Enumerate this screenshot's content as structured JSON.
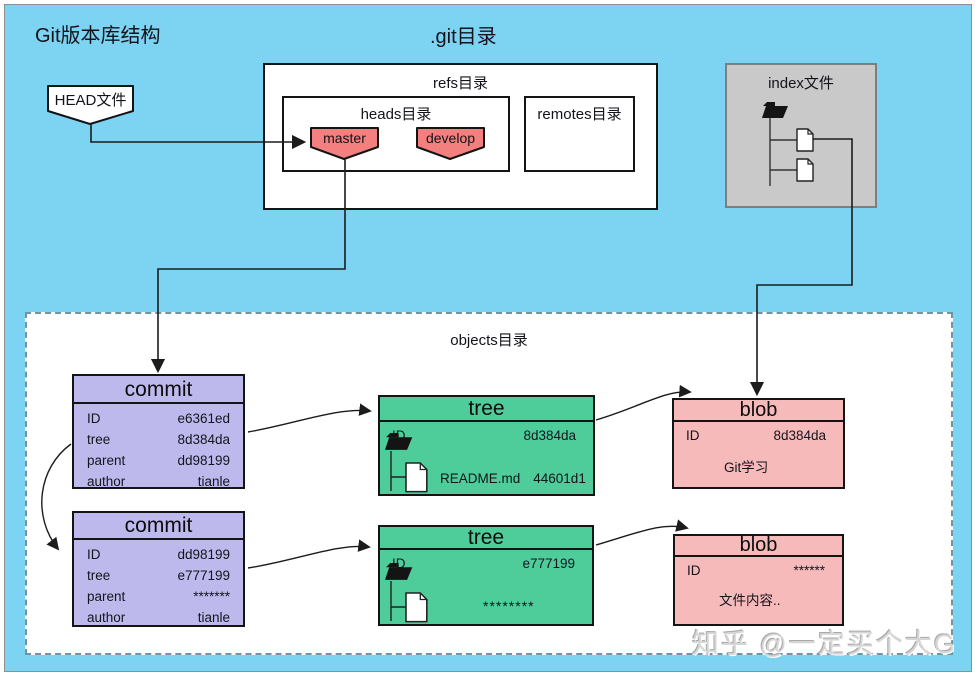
{
  "title": "Git版本库结构",
  "git_dir": ".git目录",
  "head": {
    "label": "HEAD文件"
  },
  "refs": {
    "label": "refs目录"
  },
  "heads": {
    "label": "heads目录"
  },
  "branches": {
    "master": "master",
    "develop": "develop"
  },
  "remotes": {
    "label": "remotes目录"
  },
  "index": {
    "label": "index文件"
  },
  "objects": {
    "label": "objects目录"
  },
  "commit1": {
    "header": "commit",
    "rows": [
      {
        "k": "ID",
        "v": "e6361ed"
      },
      {
        "k": "tree",
        "v": "8d384da"
      },
      {
        "k": "parent",
        "v": "dd98199"
      },
      {
        "k": "author",
        "v": "tianle"
      }
    ]
  },
  "commit2": {
    "header": "commit",
    "rows": [
      {
        "k": "ID",
        "v": "dd98199"
      },
      {
        "k": "tree",
        "v": "e777199"
      },
      {
        "k": "parent",
        "v": "*******"
      },
      {
        "k": "author",
        "v": "tianle"
      }
    ]
  },
  "tree1": {
    "header": "tree",
    "id_label": "ID",
    "id": "8d384da",
    "file_name": "README.md",
    "file_hash": "44601d1"
  },
  "tree2": {
    "header": "tree",
    "id_label": "ID",
    "id": "e777199",
    "file_hash": "********"
  },
  "blob1": {
    "header": "blob",
    "id_label": "ID",
    "id": "8d384da",
    "content": "Git学习"
  },
  "blob2": {
    "header": "blob",
    "id_label": "ID",
    "id": "******",
    "content": "文件内容.."
  },
  "watermark": "知乎 @一定买个大G",
  "icons": {
    "folder": "folder-icon",
    "file": "file-icon",
    "arrow": "arrowhead"
  },
  "colors": {
    "background": "#7cd3f2",
    "commit_fill": "#bdb9ec",
    "tree_fill": "#4ecd9b",
    "blob_fill": "#f6babb",
    "branch_fill": "#f47f7f",
    "index_fill": "#c9c9c9",
    "objects_fill": "#ffffff",
    "dashed_border": "#6d95a4",
    "line": "#1c1c1c"
  }
}
